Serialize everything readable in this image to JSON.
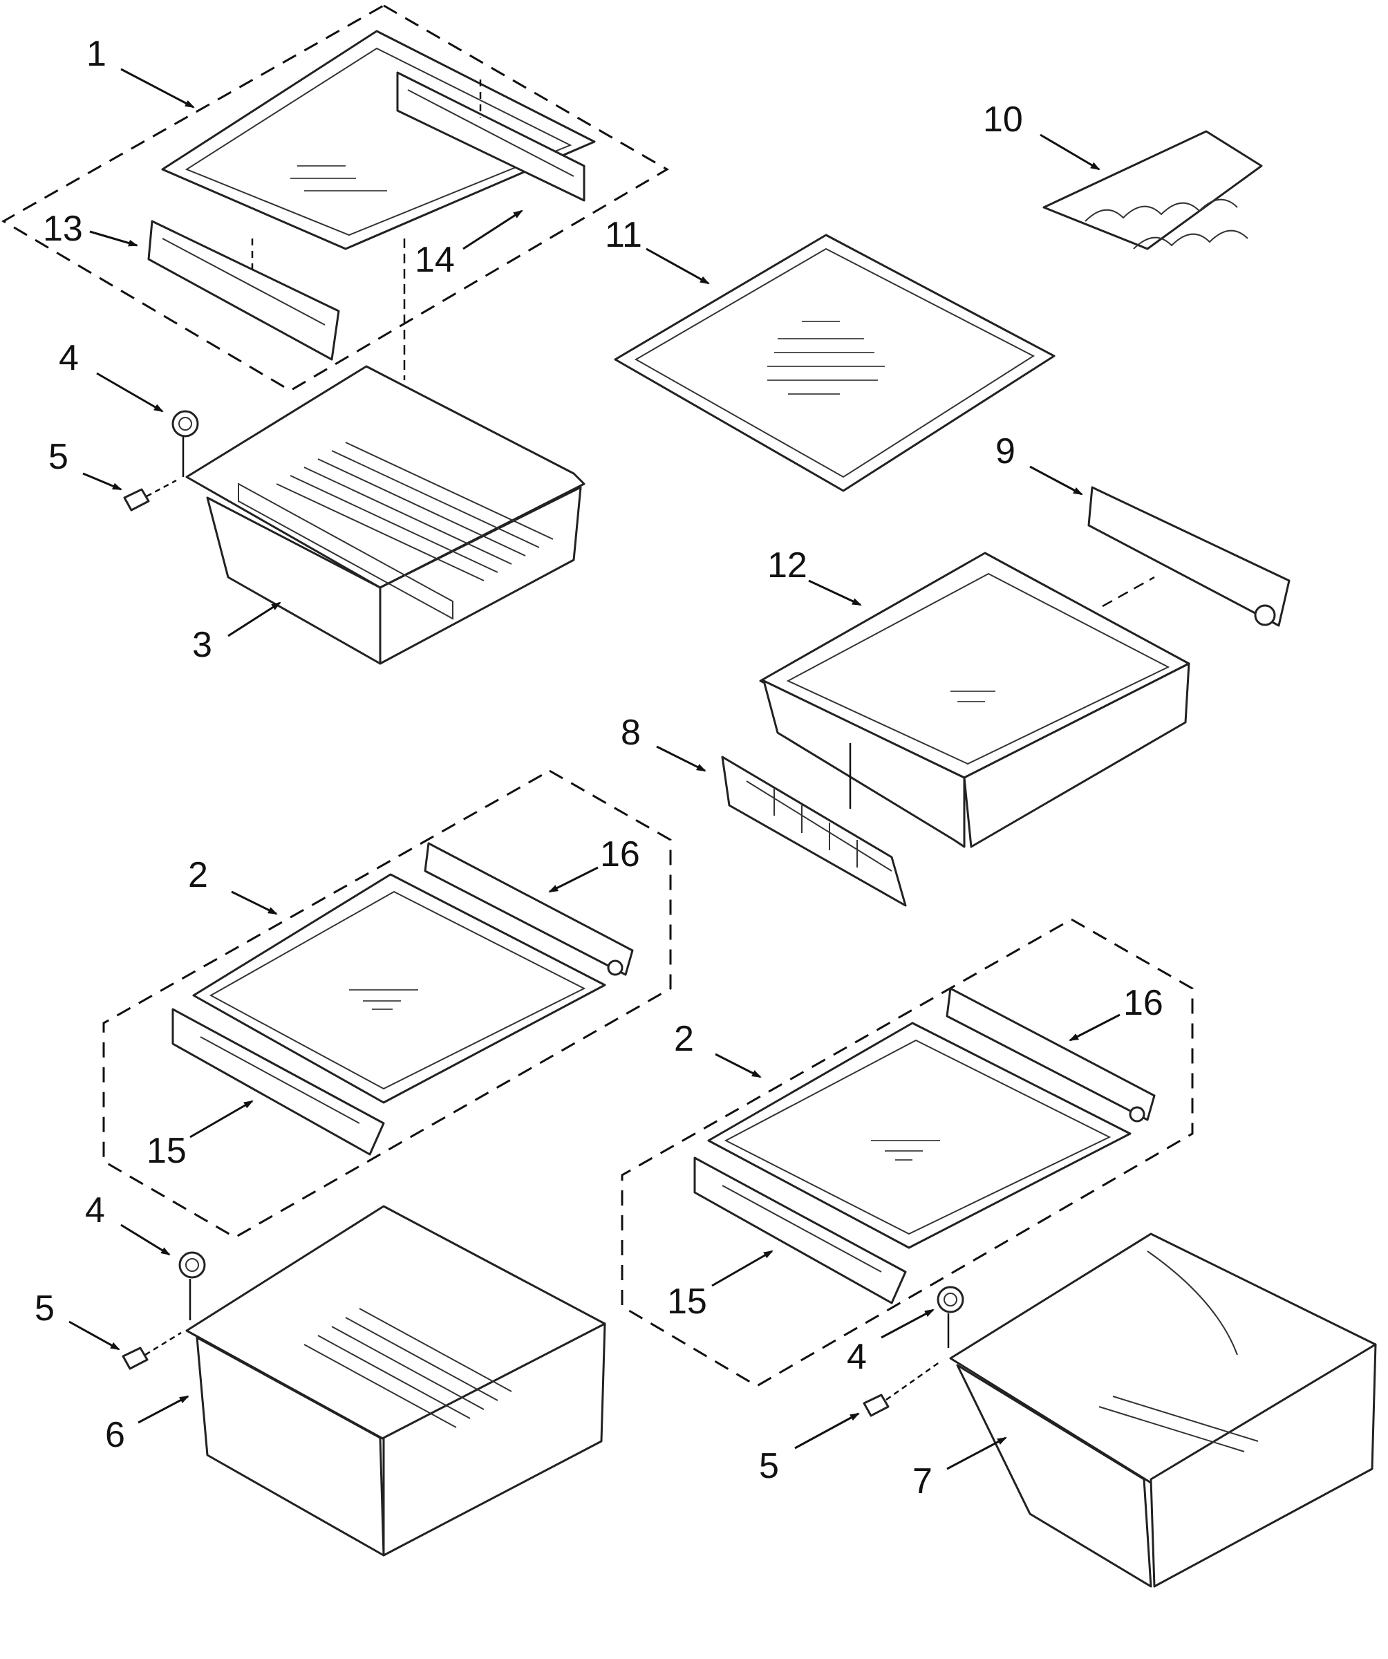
{
  "diagram": {
    "callouts": {
      "c1": "1",
      "c2a": "2",
      "c2b": "2",
      "c3": "3",
      "c4a": "4",
      "c4b": "4",
      "c4c": "4",
      "c5a": "5",
      "c5b": "5",
      "c5c": "5",
      "c6": "6",
      "c7": "7",
      "c8": "8",
      "c9": "9",
      "c10": "10",
      "c11": "11",
      "c12": "12",
      "c13": "13",
      "c14": "14",
      "c15a": "15",
      "c15b": "15",
      "c16a": "16",
      "c16b": "16"
    }
  }
}
